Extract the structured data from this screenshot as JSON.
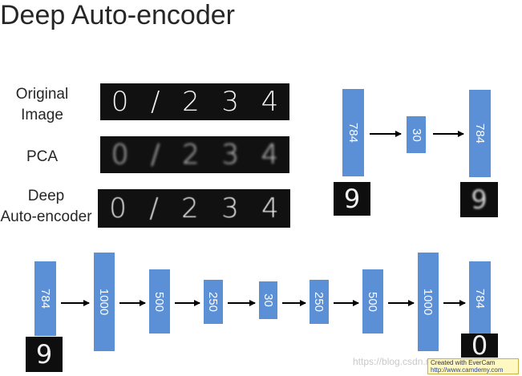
{
  "title": "Deep Auto-encoder",
  "rows": [
    {
      "label_line1": "Original",
      "label_line2": "Image",
      "digits": [
        "0",
        "/",
        "2",
        "3",
        "4"
      ]
    },
    {
      "label_line1": "PCA",
      "label_line2": "",
      "digits": [
        "0",
        "/",
        "2",
        "3",
        "4"
      ]
    },
    {
      "label_line1": "Deep",
      "label_line2": "Auto-encoder",
      "digits": [
        "0",
        "/",
        "2",
        "3",
        "4"
      ]
    }
  ],
  "small_net": {
    "layers": [
      "784",
      "30",
      "784"
    ],
    "input_digit": "9",
    "output_digit": "9"
  },
  "deep_net": {
    "layers": [
      "784",
      "1000",
      "500",
      "250",
      "30",
      "250",
      "500",
      "1000",
      "784"
    ],
    "input_digit": "9",
    "output_digit": "0"
  },
  "watermark": "https://blog.csdn.net/",
  "logo": {
    "line1": "Created with EverCam",
    "line2": "http://www.camdemy.com"
  },
  "colors": {
    "layer": "#5b8fd6",
    "arrow": "#000000"
  }
}
